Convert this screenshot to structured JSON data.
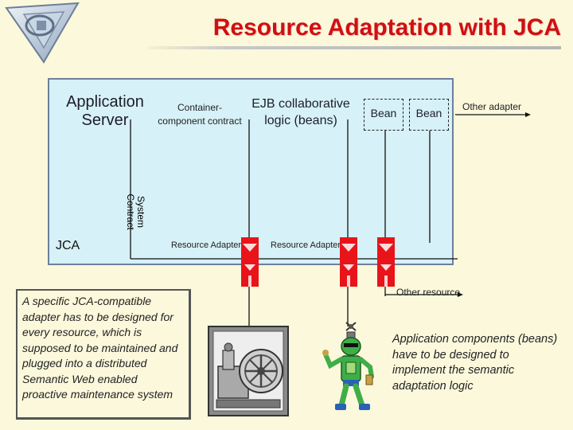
{
  "slide": {
    "title": "Resource Adaptation with JCA",
    "logo_icon": "triangular-logo-icon"
  },
  "diagram": {
    "application_server": "Application Server",
    "container_component_contract": "Container-component contract",
    "ejb_logic": "EJB collaborative logic (beans)",
    "beans": [
      "Bean",
      "Bean"
    ],
    "system_contract": "System Contract",
    "jca": "JCA",
    "resource_adapters": [
      "Resource Adapter",
      "Resource Adapter"
    ],
    "other_adapter": "Other adapter",
    "other_resource": "Other resource",
    "equipment_icon": "industrial-machine-icon",
    "agent_icon": "robot-agent-icon"
  },
  "notes": {
    "left": "A specific JCA-compatible adapter has to be designed for every resource, which is supposed to be maintained and plugged into a distributed Semantic Web enabled proactive maintenance system",
    "right": "Application components (beans) have to be designed to implement the semantic adaptation logic"
  },
  "colors": {
    "title": "#d01010",
    "panel": "#d6f1f7",
    "background": "#fbf8dc",
    "adapter": "#e8141a"
  }
}
